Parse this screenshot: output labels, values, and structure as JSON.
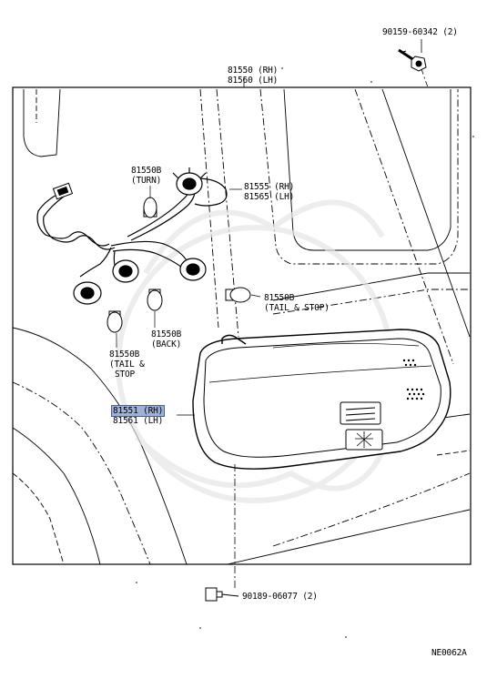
{
  "labels": {
    "screw_top": "90159-60342 (2)",
    "lens_rh": "81550 (RH)",
    "lens_lh": "81560 (LH)",
    "socket_rh": "81555 (RH)",
    "socket_lh": "81565 (LH)",
    "bulb_turn_no": "81550B",
    "bulb_turn_desc": "(TURN)",
    "bulb_tailstop_right_no": "81550B",
    "bulb_tailstop_right_desc": "(TAIL & STOP)",
    "bulb_back_no": "81550B",
    "bulb_back_desc": "(BACK)",
    "bulb_tailstop_left_no": "81550B",
    "bulb_tailstop_left_desc1": "(TAIL &",
    "bulb_tailstop_left_desc2": "STOP",
    "lamp_rh": "81551 (RH)",
    "lamp_lh": "81561 (LH)",
    "clip_bottom": "90189-06077 (2)",
    "diagram_code": "NE0062A"
  },
  "colors": {
    "line": "#000000",
    "highlight": "#9fb1d6"
  }
}
